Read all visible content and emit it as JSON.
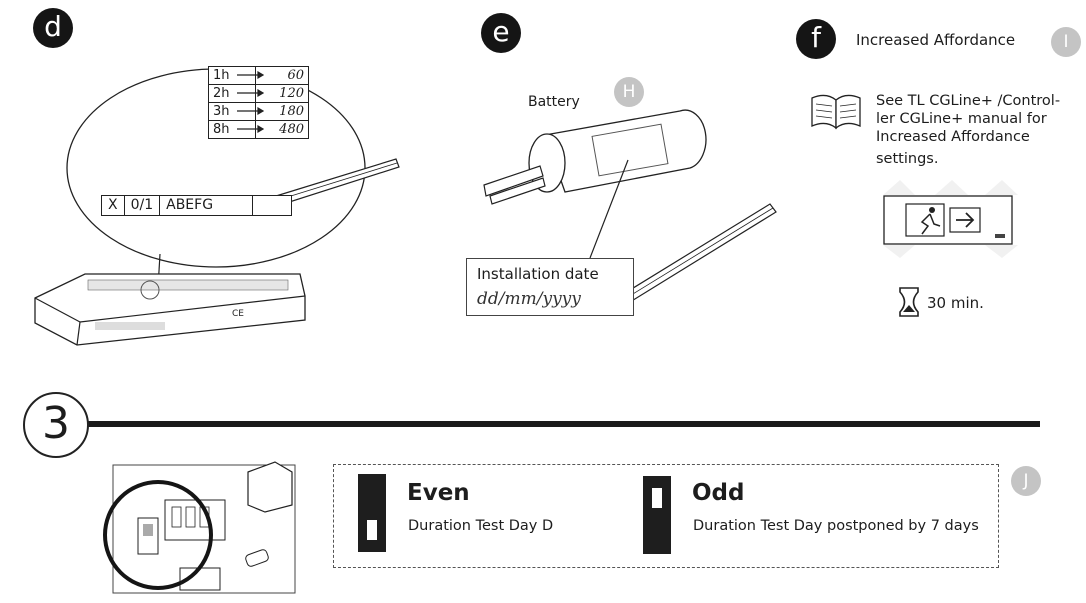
{
  "section_d": {
    "badge": "d",
    "table": [
      {
        "h": "1h",
        "v": "60"
      },
      {
        "h": "2h",
        "v": "120"
      },
      {
        "h": "3h",
        "v": "180"
      },
      {
        "h": "8h",
        "v": "480"
      }
    ],
    "code": [
      "X",
      "0/1",
      "ABEFG",
      ""
    ],
    "device_mark": "CE"
  },
  "section_e": {
    "badge": "e",
    "battery_label": "Battery",
    "callout_badge": "H",
    "install_label": "Installation date",
    "install_value": "dd/mm/yyyy"
  },
  "section_f": {
    "badge": "f",
    "title": "Increased Affordance",
    "callout_badge": "I",
    "manual_text_1": "See TL CGLine+ /Control-",
    "manual_text_2": "ler CGLine+ manual for",
    "manual_text_3": "Increased Affordance",
    "manual_text_4": "settings.",
    "timer": "30 min."
  },
  "step3": {
    "number": "3",
    "callout_badge": "J",
    "even_title": "Even",
    "even_desc": "Duration Test Day D",
    "odd_title": "Odd",
    "odd_desc": "Duration Test Day postponed by 7 days"
  }
}
